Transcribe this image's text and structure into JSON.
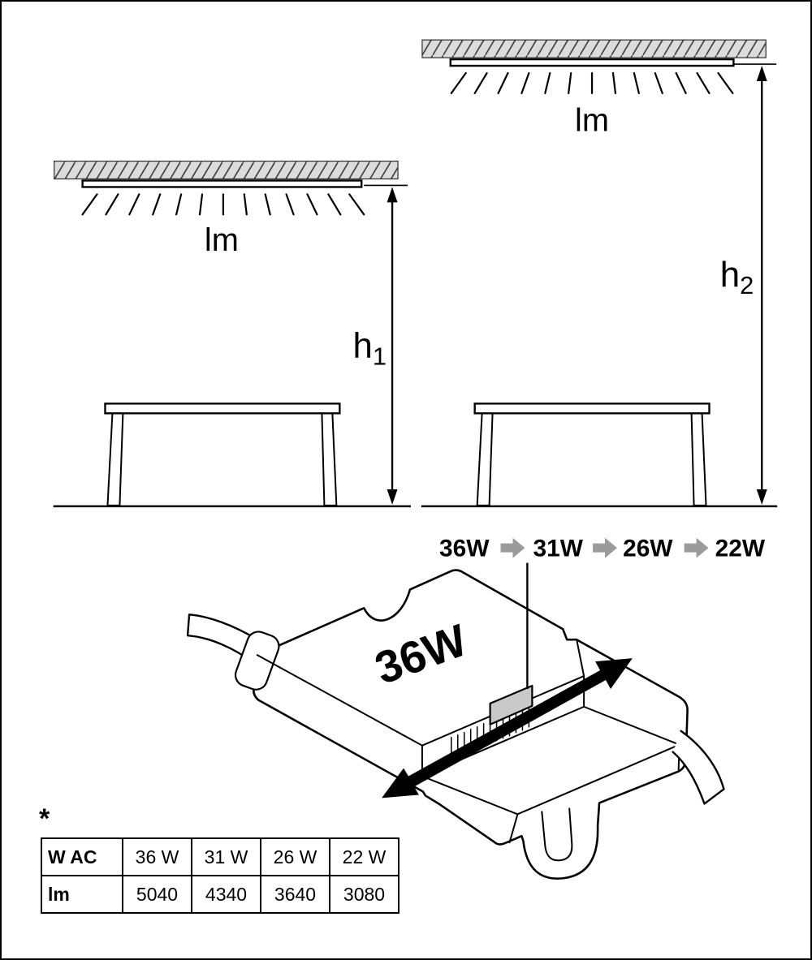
{
  "page": {
    "background": "#ffffff",
    "border_color": "#000000"
  },
  "left_scene": {
    "lumen_label": "lm",
    "height_label": "h",
    "height_subscript": "1"
  },
  "right_scene": {
    "lumen_label": "lm",
    "height_label": "h",
    "height_subscript": "2"
  },
  "wattage_sequence": {
    "steps": [
      "36W",
      "31W",
      "26W",
      "22W"
    ],
    "arrow_color": "#9b9b9b"
  },
  "driver": {
    "wattage_label": "36W"
  },
  "footnote_marker": "*",
  "spec_table": {
    "rows": [
      {
        "header": "W AC",
        "values": [
          "36 W",
          "31 W",
          "26 W",
          "22 W"
        ]
      },
      {
        "header": "lm",
        "values": [
          "5040",
          "4340",
          "3640",
          "3080"
        ]
      }
    ]
  }
}
